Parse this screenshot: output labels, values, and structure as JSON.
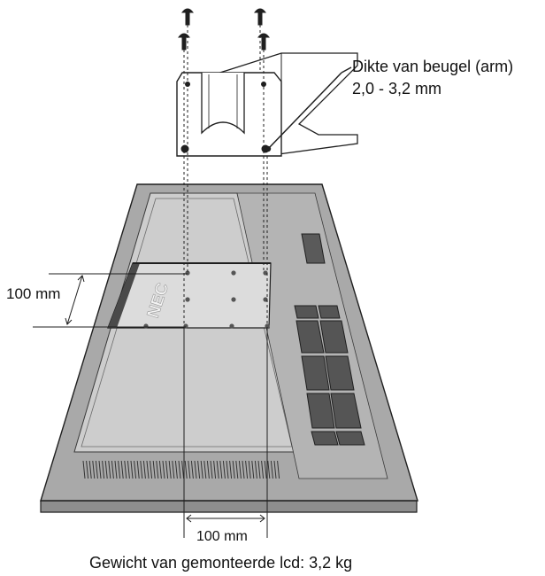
{
  "callout": {
    "line1": "Dikte van beugel (arm)",
    "line2": "2,0 - 3,2 mm"
  },
  "vertical_dimension": "100 mm",
  "horizontal_dimension": "100 mm",
  "weight_caption": "Gewicht van gemonteerde lcd: 3,2 kg",
  "brand_mark": "NEC",
  "colors": {
    "panel_fill": "#a9a9a9",
    "panel_face": "#cfcfcf",
    "mount_area": "#dcdcdc",
    "outline": "#1f1f1f"
  }
}
